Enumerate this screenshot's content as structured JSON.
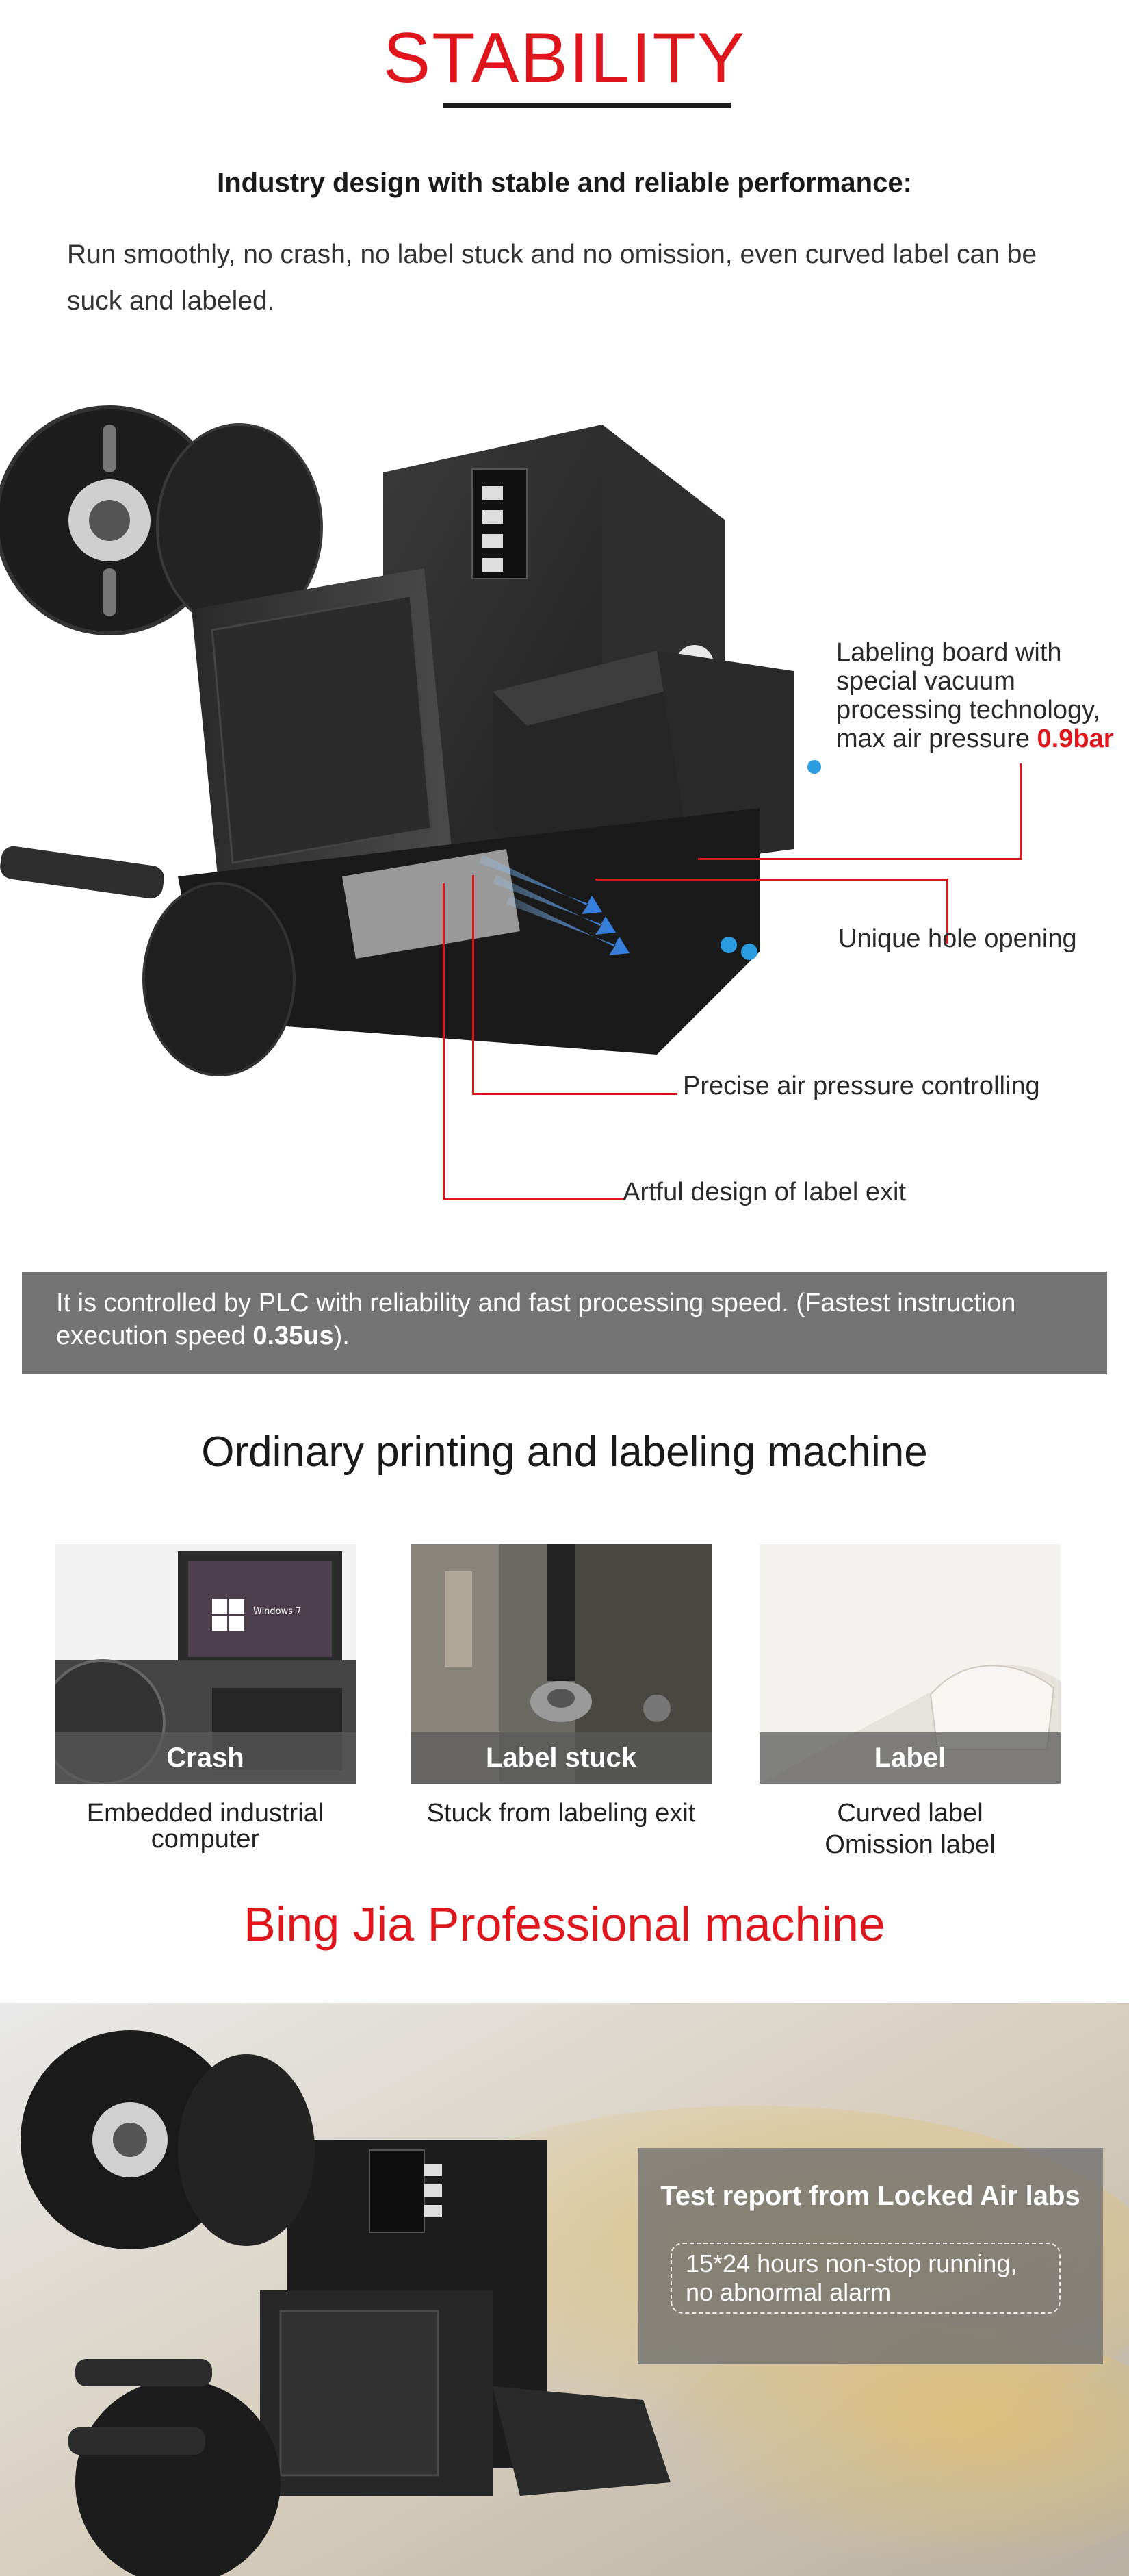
{
  "header": {
    "title": "STABILITY",
    "subtitle": "Industry design with stable and reliable performance:",
    "description": "Run smoothly, no crash, no label stuck and no omission, even curved label can be suck and labeled."
  },
  "machine1": {
    "callouts": {
      "board_line1": "Labeling board with",
      "board_line2": "special vacuum",
      "board_line3": "processing technology,",
      "board_line4": "max air pressure",
      "board_value": "0.9bar",
      "hole": "Unique hole opening",
      "air": "Precise air pressure controlling",
      "exit": "Artful design of label exit"
    }
  },
  "plc": {
    "text_a": "It is controlled by PLC with reliability and fast processing speed. (Fastest instruction execution speed ",
    "value": "0.35us",
    "text_b": ")."
  },
  "ordinary": {
    "title": "Ordinary printing and labeling machine",
    "items": [
      {
        "caption": "Crash",
        "label_line1": "Embedded industrial",
        "label_line2": "computer",
        "screen_text": "Windows 7"
      },
      {
        "caption": "Label stuck",
        "label_line1": "Stuck from labeling exit",
        "label_line2": ""
      },
      {
        "caption": "Label",
        "label_line1": "Curved label",
        "label_line2": "Omission label"
      }
    ]
  },
  "bingjia": {
    "title": "Bing Jia Professional machine",
    "report_title": "Test report from Locked Air labs",
    "report_text": "15*24 hours non-stop running, no abnormal alarm"
  },
  "colors": {
    "accent": "#e0161d",
    "bar": "#747474",
    "dark": "#1a1a1a"
  }
}
